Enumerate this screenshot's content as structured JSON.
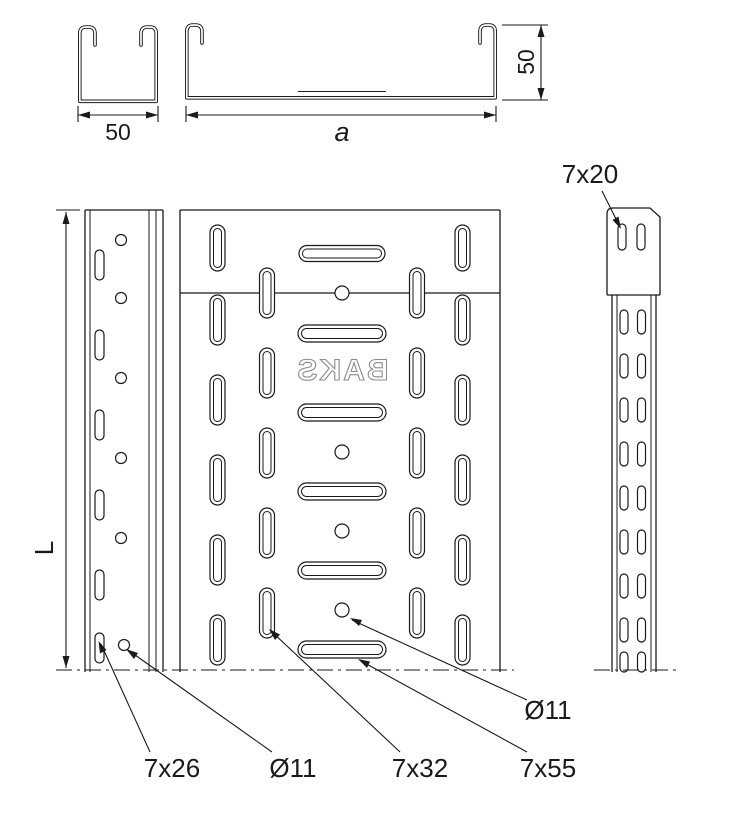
{
  "colors": {
    "line": "#1a1a1a",
    "background": "#ffffff",
    "brand_gray": "#8c8c8c"
  },
  "dimensions": {
    "profile_width": "50",
    "profile_span": "a",
    "profile_height": "50",
    "tray_length": "L"
  },
  "callouts": {
    "connector_slot": "7x20",
    "side_slot": "7x26",
    "side_hole": "Ø11",
    "bottom_slot": "7x32",
    "bottom_long_slot": "7x55",
    "bottom_hole": "Ø11"
  },
  "brand": {
    "text": "BAKS"
  }
}
